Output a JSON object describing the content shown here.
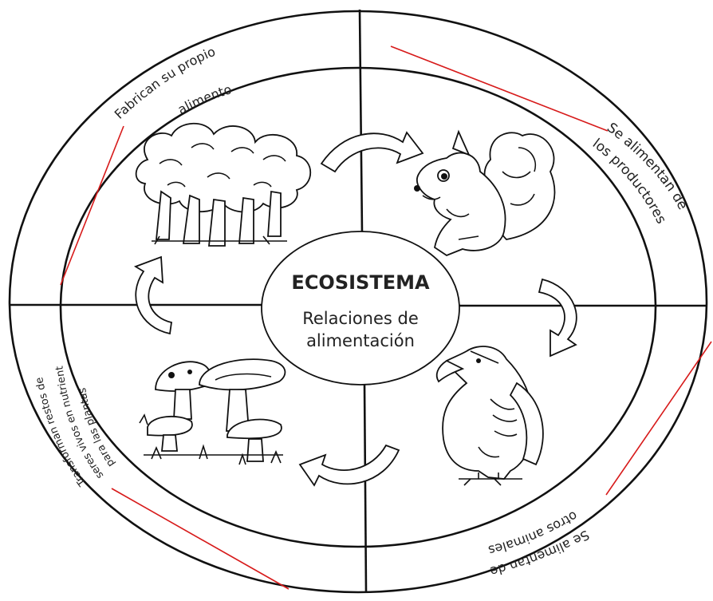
{
  "center": {
    "title": "ECOSISTEMA",
    "subtitle_line1": "Relaciones de",
    "subtitle_line2": "alimentación"
  },
  "labels": {
    "productores": [
      "Fabrican su propio",
      "alimento"
    ],
    "consumidores_primarios": [
      "Se alimentan de",
      "los productores"
    ],
    "consumidores_secundarios": [
      "Se alimentan de",
      "otros animales"
    ],
    "descomponedores": [
      "Transforman restos de",
      "seres vivos en nutrientes",
      "para las plantas"
    ]
  },
  "colors": {
    "line": "#111111",
    "pointer": "#d71a1a",
    "background": "#ffffff"
  },
  "icons": [
    "trees-icon",
    "squirrel-icon",
    "eagle-icon",
    "mushrooms-icon",
    "cycle-arrow-icon"
  ]
}
